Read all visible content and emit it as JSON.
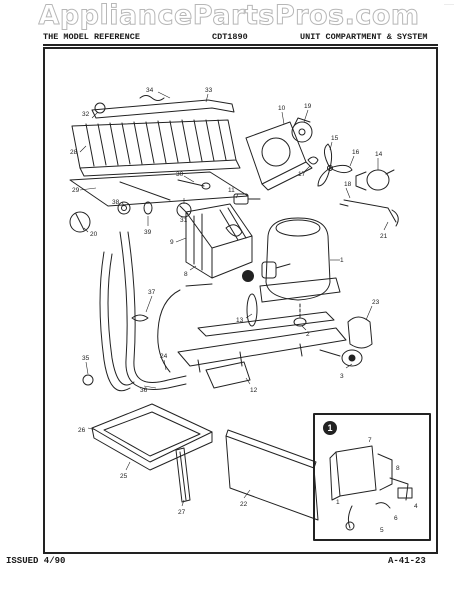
{
  "watermark": "AppliancePartsPros.com",
  "header": {
    "left": "THE MODEL REFERENCE",
    "center": "CDT1890",
    "right": "UNIT COMPARTMENT & SYSTEM"
  },
  "footer": {
    "issued": "ISSUED 4/90",
    "page": "A-41-23"
  },
  "inset": {
    "marker": "1"
  },
  "callouts": [
    "34",
    "33",
    "32",
    "28",
    "10",
    "19",
    "15",
    "16",
    "14",
    "17",
    "18",
    "21",
    "29",
    "30",
    "11",
    "31",
    "20",
    "38",
    "39",
    "9",
    "8",
    "1",
    "37",
    "13",
    "2",
    "23",
    "35",
    "24",
    "36",
    "12",
    "3",
    "26",
    "25",
    "27",
    "22",
    "7",
    "8",
    "4",
    "6",
    "5",
    "1"
  ]
}
